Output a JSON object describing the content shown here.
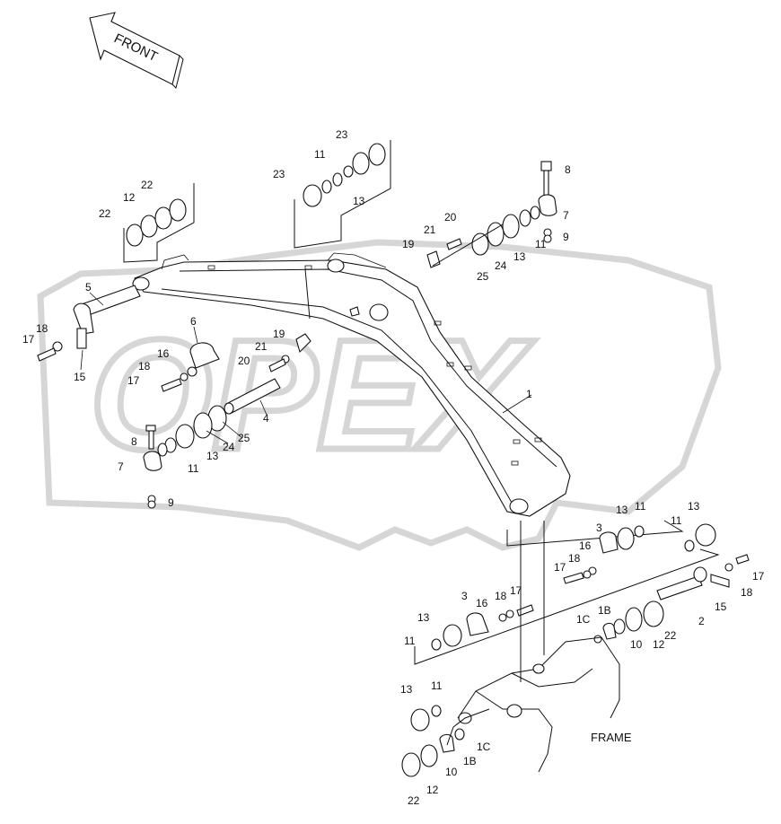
{
  "front_label": "FRONT",
  "frame_label": "FRAME",
  "callouts": [
    {
      "id": "c1",
      "text": "1"
    },
    {
      "id": "c2",
      "text": "2"
    },
    {
      "id": "c3a",
      "text": "3"
    },
    {
      "id": "c3b",
      "text": "3"
    },
    {
      "id": "c4",
      "text": "4"
    },
    {
      "id": "c5",
      "text": "5"
    },
    {
      "id": "c6",
      "text": "6"
    },
    {
      "id": "c7a",
      "text": "7"
    },
    {
      "id": "c7b",
      "text": "7"
    },
    {
      "id": "c8a",
      "text": "8"
    },
    {
      "id": "c8b",
      "text": "8"
    },
    {
      "id": "c9a",
      "text": "9"
    },
    {
      "id": "c9b",
      "text": "9"
    },
    {
      "id": "c10a",
      "text": "10"
    },
    {
      "id": "c10b",
      "text": "10"
    },
    {
      "id": "c11a",
      "text": "11"
    },
    {
      "id": "c11b",
      "text": "11"
    },
    {
      "id": "c11c",
      "text": "11"
    },
    {
      "id": "c11d",
      "text": "11"
    },
    {
      "id": "c11e",
      "text": "11"
    },
    {
      "id": "c11f",
      "text": "11"
    },
    {
      "id": "c11g",
      "text": "11"
    },
    {
      "id": "c12a",
      "text": "12"
    },
    {
      "id": "c12b",
      "text": "12"
    },
    {
      "id": "c12c",
      "text": "12"
    },
    {
      "id": "c13a",
      "text": "13"
    },
    {
      "id": "c13b",
      "text": "13"
    },
    {
      "id": "c13c",
      "text": "13"
    },
    {
      "id": "c13d",
      "text": "13"
    },
    {
      "id": "c13e",
      "text": "13"
    },
    {
      "id": "c13f",
      "text": "13"
    },
    {
      "id": "c13g",
      "text": "13"
    },
    {
      "id": "c15a",
      "text": "15"
    },
    {
      "id": "c15b",
      "text": "15"
    },
    {
      "id": "c16a",
      "text": "16"
    },
    {
      "id": "c16b",
      "text": "16"
    },
    {
      "id": "c16c",
      "text": "16"
    },
    {
      "id": "c17a",
      "text": "17"
    },
    {
      "id": "c17b",
      "text": "17"
    },
    {
      "id": "c17c",
      "text": "17"
    },
    {
      "id": "c17d",
      "text": "17"
    },
    {
      "id": "c17e",
      "text": "17"
    },
    {
      "id": "c18a",
      "text": "18"
    },
    {
      "id": "c18b",
      "text": "18"
    },
    {
      "id": "c18c",
      "text": "18"
    },
    {
      "id": "c18d",
      "text": "18"
    },
    {
      "id": "c18e",
      "text": "18"
    },
    {
      "id": "c19a",
      "text": "19"
    },
    {
      "id": "c19b",
      "text": "19"
    },
    {
      "id": "c20a",
      "text": "20"
    },
    {
      "id": "c20b",
      "text": "20"
    },
    {
      "id": "c21a",
      "text": "21"
    },
    {
      "id": "c21b",
      "text": "21"
    },
    {
      "id": "c22a",
      "text": "22"
    },
    {
      "id": "c22b",
      "text": "22"
    },
    {
      "id": "c22c",
      "text": "22"
    },
    {
      "id": "c22d",
      "text": "22"
    },
    {
      "id": "c23a",
      "text": "23"
    },
    {
      "id": "c23b",
      "text": "23"
    },
    {
      "id": "c24a",
      "text": "24"
    },
    {
      "id": "c24b",
      "text": "24"
    },
    {
      "id": "c25a",
      "text": "25"
    },
    {
      "id": "c25b",
      "text": "25"
    },
    {
      "id": "c1Ba",
      "text": "1B"
    },
    {
      "id": "c1Bb",
      "text": "1B"
    },
    {
      "id": "c1Ca",
      "text": "1C"
    },
    {
      "id": "c1Cb",
      "text": "1C"
    }
  ]
}
